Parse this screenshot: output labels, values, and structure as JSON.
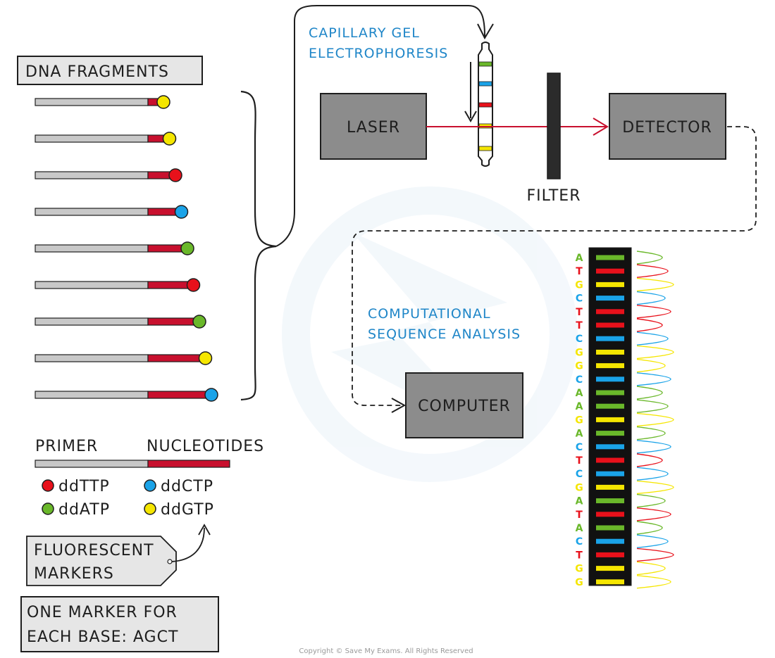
{
  "labels": {
    "dna_fragments": "DNA FRAGMENTS",
    "capillary_line1": "CAPILLARY GEL",
    "capillary_line2": "ELECTROPHORESIS",
    "laser": "LASER",
    "detector": "DETECTOR",
    "filter": "FILTER",
    "computational_line1": "COMPUTATIONAL",
    "computational_line2": "SEQUENCE ANALYSIS",
    "computer": "COMPUTER",
    "primer": "PRIMER",
    "nucleotides": "NUCLEOTIDES",
    "fluorescent_line1": "FLUORESCENT",
    "fluorescent_line2": "MARKERS",
    "one_marker_line1": "ONE MARKER FOR",
    "one_marker_line2": "EACH BASE: AGCT",
    "copyright": "Copyright © Save My Exams. All Rights Reserved"
  },
  "markers": [
    {
      "name": "ddTTP",
      "color": "red"
    },
    {
      "name": "ddCTP",
      "color": "blue"
    },
    {
      "name": "ddATP",
      "color": "green"
    },
    {
      "name": "ddGTP",
      "color": "yellow"
    }
  ],
  "colors": {
    "red": "#e8111b",
    "blue": "#1aa3e8",
    "green": "#6ab82a",
    "yellow": "#f5e600",
    "nucleotide": "#c8102e",
    "primer": "#c8c8c8",
    "box": "#8c8c8c",
    "label_box": "#e6e6e6",
    "text_blue": "#1f86c8"
  },
  "fragments": [
    "yellow",
    "yellow",
    "red",
    "blue",
    "green",
    "red",
    "green",
    "yellow",
    "blue"
  ],
  "sequence": [
    "A",
    "T",
    "G",
    "C",
    "T",
    "T",
    "C",
    "G",
    "G",
    "C",
    "A",
    "A",
    "G",
    "A",
    "C",
    "T",
    "C",
    "G",
    "A",
    "T",
    "A",
    "C",
    "T",
    "G",
    "G"
  ],
  "base_colors": {
    "A": "green",
    "T": "red",
    "G": "yellow",
    "C": "blue"
  },
  "capillary_bands": [
    "green",
    "blue",
    "red",
    "yellow",
    "yellow"
  ]
}
